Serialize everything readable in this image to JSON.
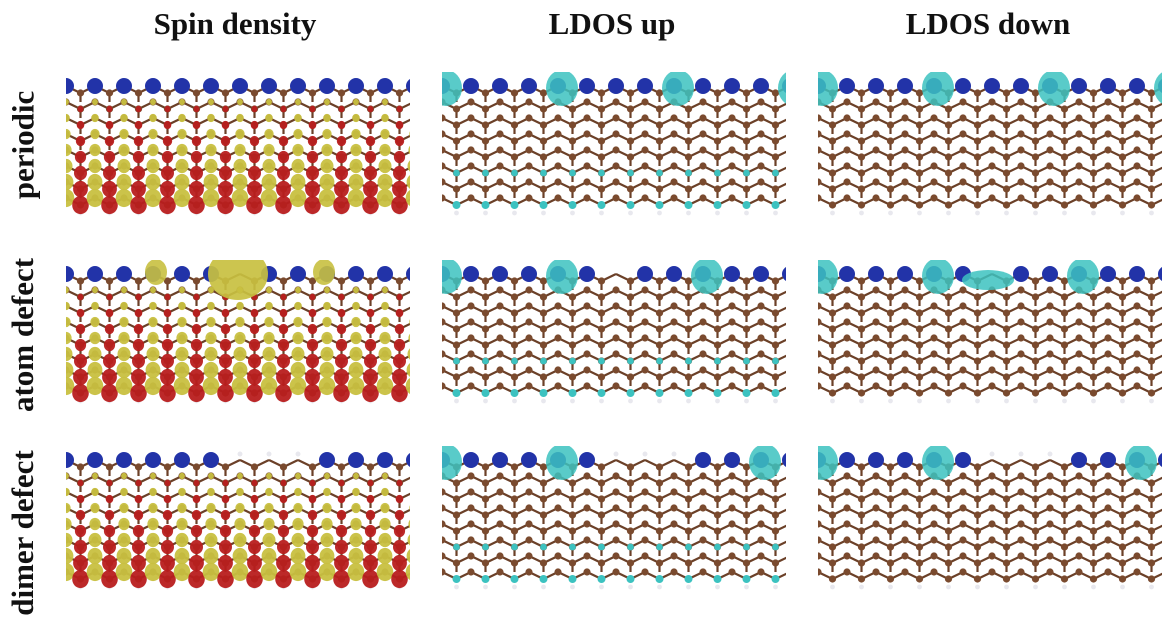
{
  "figure": {
    "columns": [
      {
        "title": "Spin density",
        "mode": "spin"
      },
      {
        "title": "LDOS up",
        "mode": "up"
      },
      {
        "title": "LDOS down",
        "mode": "down"
      }
    ],
    "rows": [
      {
        "label": "periodic",
        "defect": "none"
      },
      {
        "label": "atom defect",
        "defect": "atom"
      },
      {
        "label": "dimer defect",
        "defect": "dimer"
      }
    ]
  },
  "colors": {
    "carbon": "#7a4a2e",
    "bond": "#6b4028",
    "edge_atom": "#2233a8",
    "hydrogen": "#e8e8ee",
    "spin_positive": "#c8c040",
    "spin_negative": "#b81e1e",
    "ldos": "#3cc2c0"
  }
}
